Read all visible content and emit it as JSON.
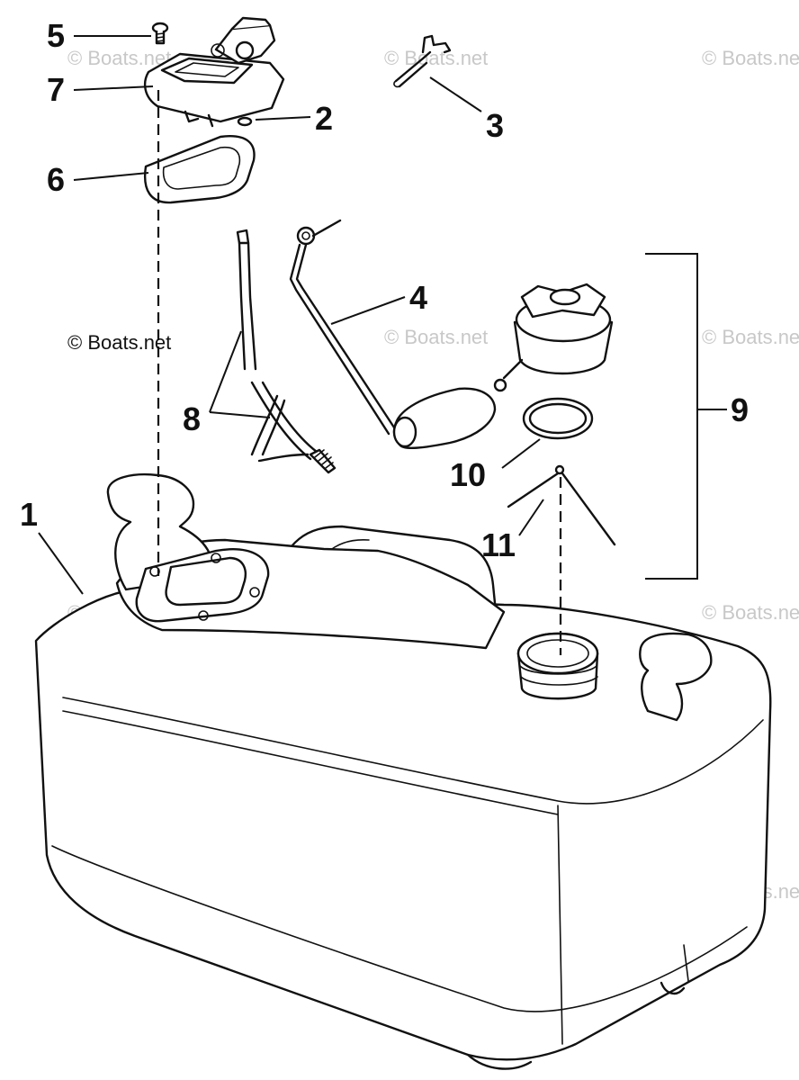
{
  "callouts": {
    "c1": "1",
    "c2": "2",
    "c3": "3",
    "c4": "4",
    "c5": "5",
    "c6": "6",
    "c7": "7",
    "c8": "8",
    "c9": "9",
    "c10": "10",
    "c11": "11"
  },
  "copyright": "© Boats.net",
  "watermark": "© Boats.net"
}
